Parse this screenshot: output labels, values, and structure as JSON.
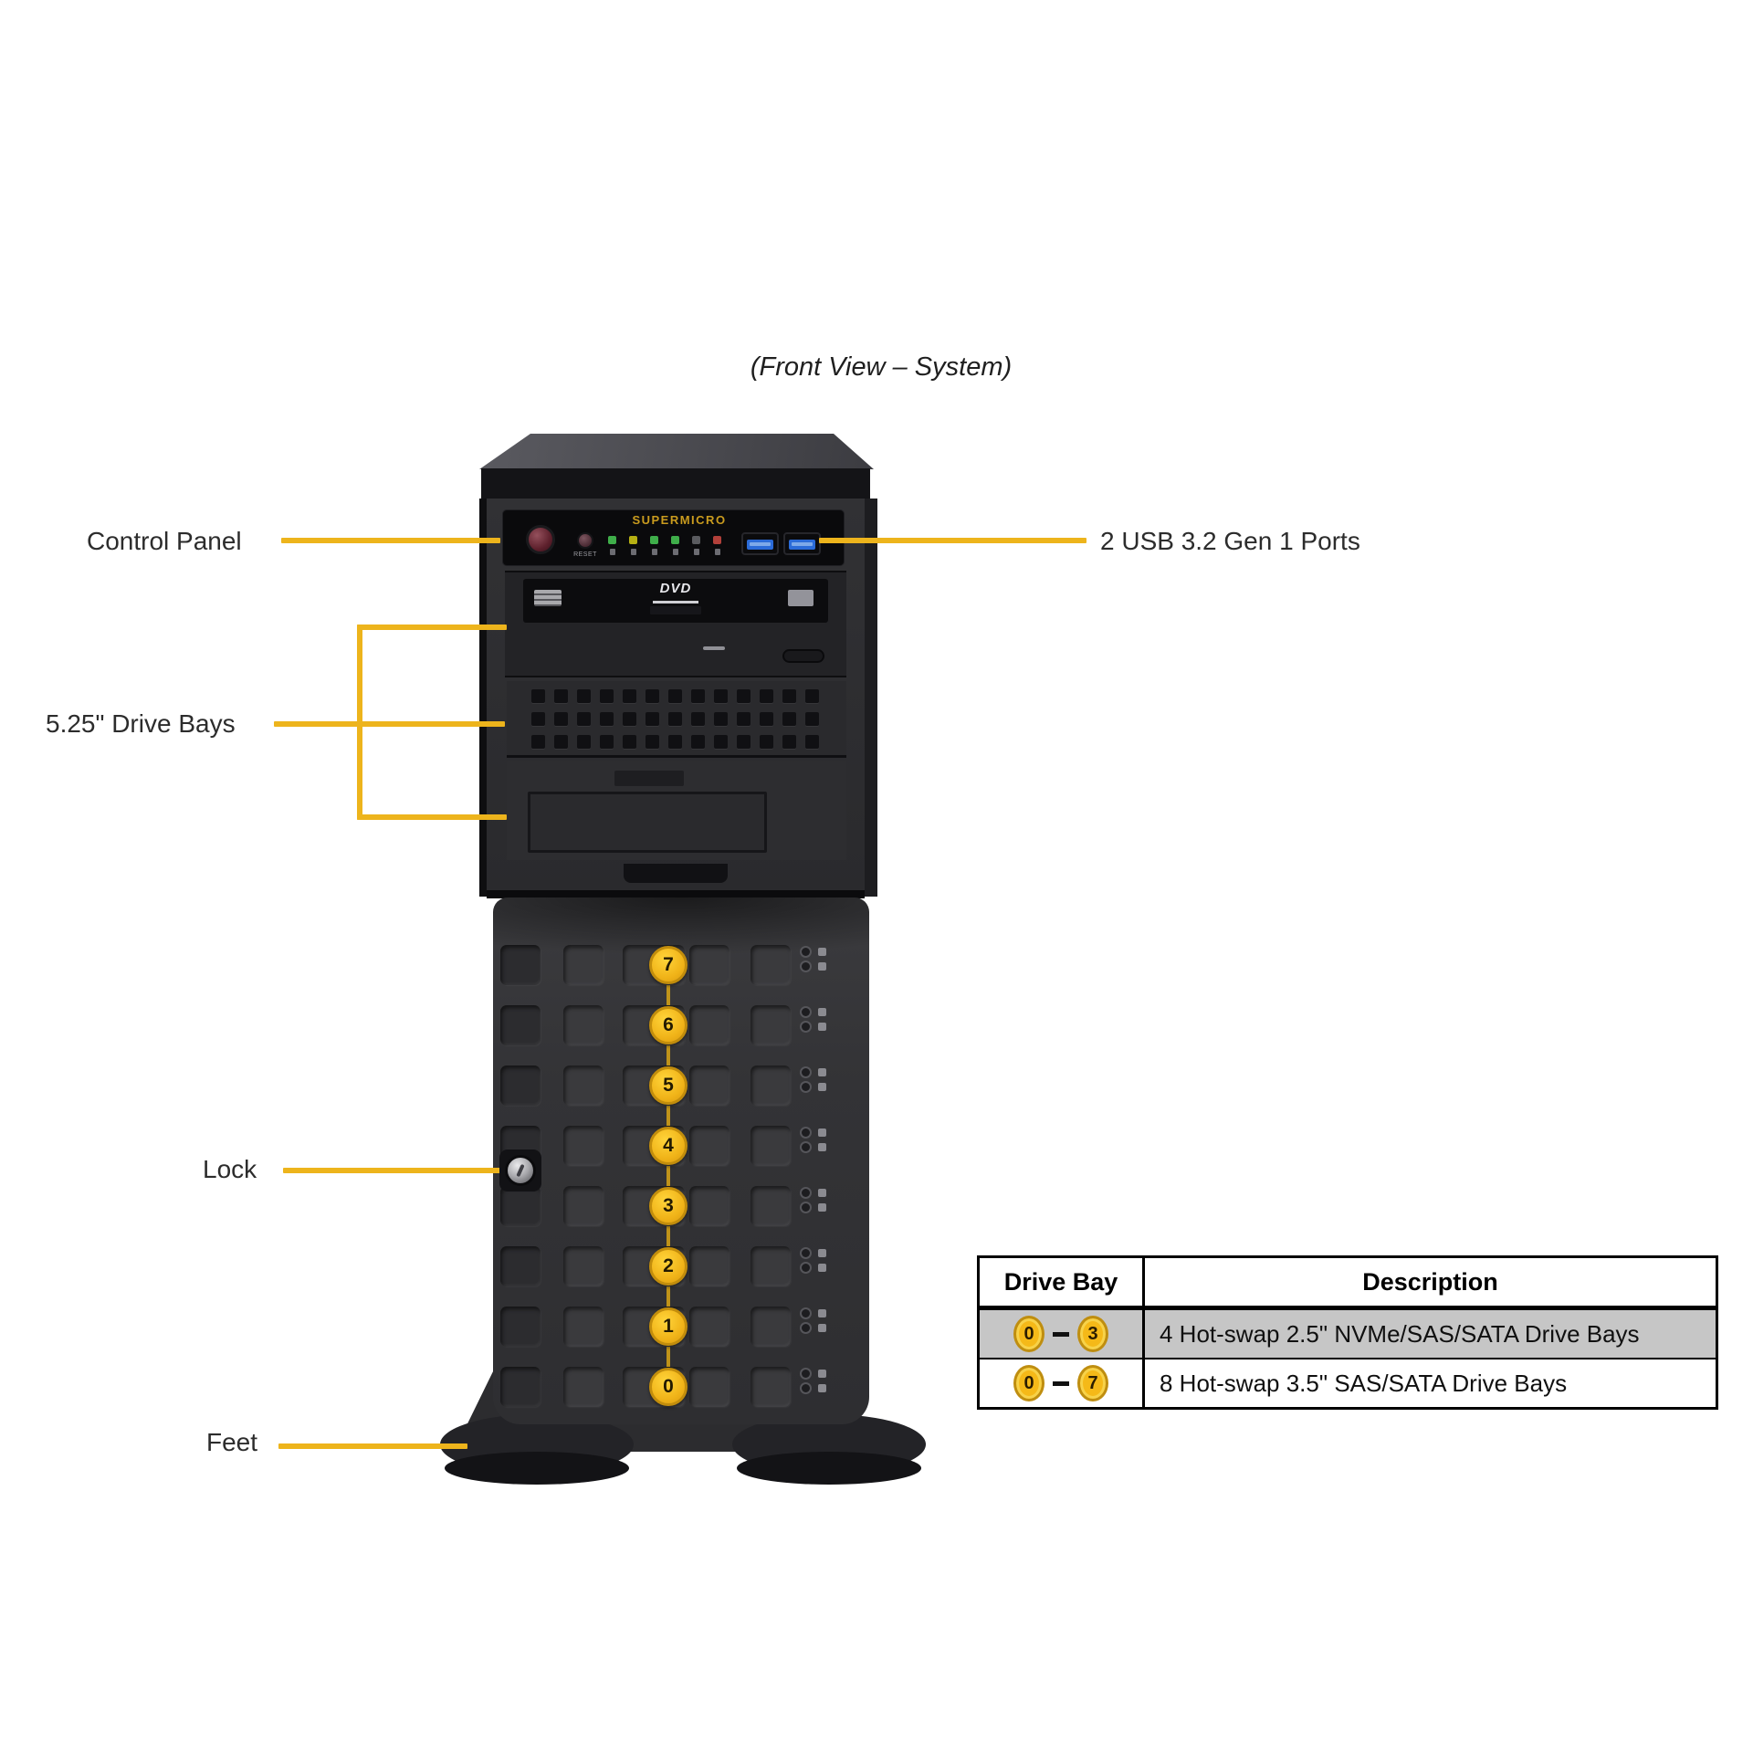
{
  "title": "(Front View – System)",
  "labels": {
    "control_panel": "Control Panel",
    "usb_ports": "2 USB 3.2 Gen 1 Ports",
    "drive_bays_525": "5.25\" Drive Bays",
    "lock": "Lock",
    "feet": "Feet"
  },
  "server": {
    "brand": "SUPERMICRO",
    "reset_label": "RESET",
    "dvd_label": "DVD",
    "bay_numbers": [
      "7",
      "6",
      "5",
      "4",
      "3",
      "2",
      "1",
      "0"
    ],
    "led_colors": [
      "#3fae4a",
      "#b6b013",
      "#3fae4a",
      "#3fae4a",
      "#5a5b5f",
      "#b2403a"
    ]
  },
  "table": {
    "headers": [
      "Drive Bay",
      "Description"
    ],
    "rows": [
      {
        "from": "0",
        "to": "3",
        "description": "4 Hot-swap 2.5\" NVMe/SAS/SATA Drive Bays",
        "shaded": true
      },
      {
        "from": "0",
        "to": "7",
        "description": "8 Hot-swap 3.5\" SAS/SATA Drive Bays",
        "shaded": false
      }
    ]
  },
  "colors": {
    "callout": "#EDB41C",
    "badge_fill": "#F5B918",
    "badge_ring": "#BF8E10",
    "row_shade": "#C6C6C6"
  }
}
